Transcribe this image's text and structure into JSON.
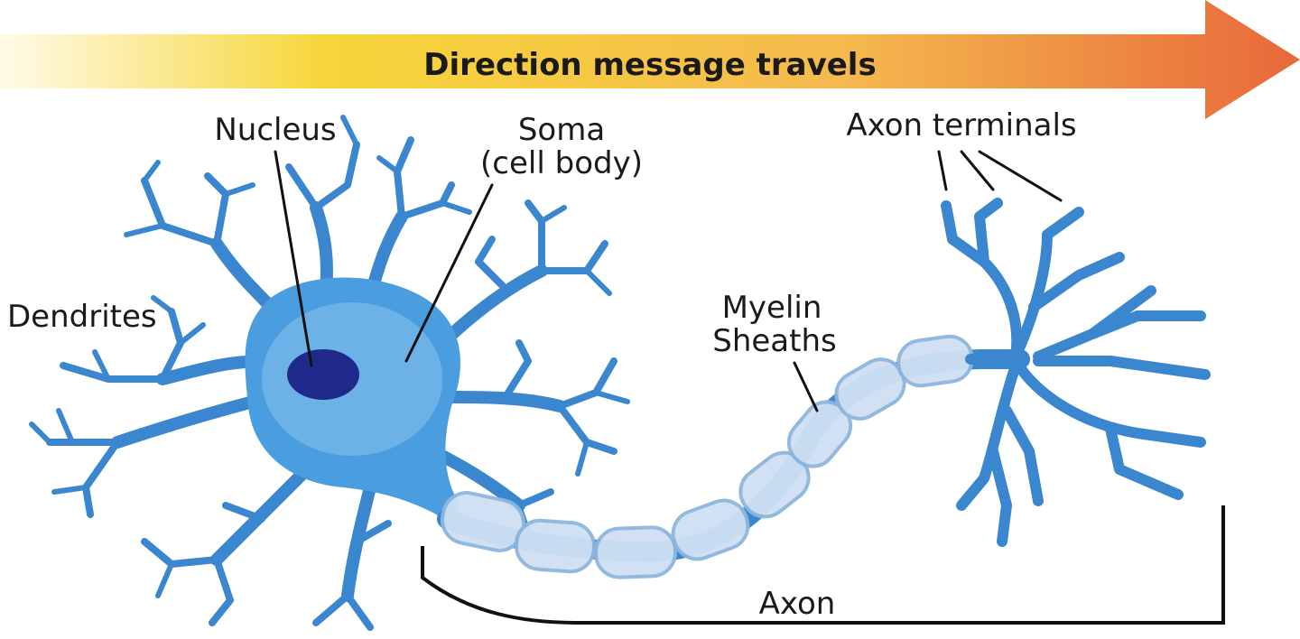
{
  "arrow": {
    "label": "Direction message travels",
    "gradient": [
      "#fffbe8",
      "#f6d63a",
      "#f5b94e",
      "#e8683a"
    ]
  },
  "labels": {
    "nucleus": "Nucleus",
    "soma_line1": "Soma",
    "soma_line2": "(cell body)",
    "dendrites": "Dendrites",
    "myelin_line1": "Myelin",
    "myelin_line2": "Sheaths",
    "axon_terminals": "Axon terminals",
    "axon": "Axon"
  },
  "colors": {
    "neuron": "#3a86cf",
    "soma_fill": "#4a9ee0",
    "soma_highlight": "#7ab8e8",
    "nucleus": "#1f2a8a",
    "myelin_fill": "#cfe0f3",
    "myelin_stroke": "#8fb6de"
  }
}
